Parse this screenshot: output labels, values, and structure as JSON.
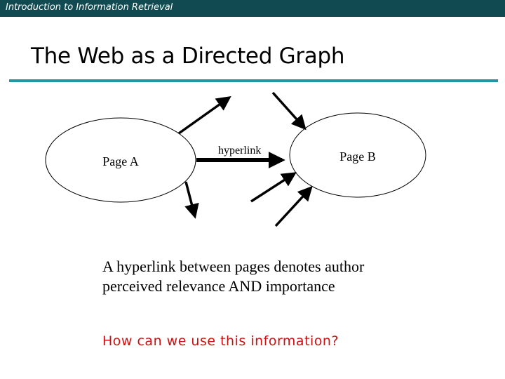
{
  "header": {
    "course_title": "Introduction to Information Retrieval",
    "bar_color": "#114b51"
  },
  "slide": {
    "title": "The Web as a Directed Graph",
    "rule_color": "#2196a7"
  },
  "diagram": {
    "nodes": [
      {
        "id": "page-a",
        "label": "Page A"
      },
      {
        "id": "page-b",
        "label": "Page B"
      }
    ],
    "edges": [
      {
        "from": "page-a",
        "to": "page-b",
        "label": "hyperlink",
        "emphasis": "bold"
      },
      {
        "from": "page-a",
        "to": "external",
        "direction": "out-up"
      },
      {
        "from": "page-a",
        "to": "external",
        "direction": "out-down"
      },
      {
        "from": "external",
        "to": "page-b",
        "direction": "in-top"
      },
      {
        "from": "external",
        "to": "page-b",
        "direction": "in-lower-left-1"
      },
      {
        "from": "external",
        "to": "page-b",
        "direction": "in-lower-left-2"
      }
    ]
  },
  "body": {
    "caption_line1": "A hyperlink between pages denotes author",
    "caption_line2": "perceived relevance AND importance",
    "question": "How can we use this information?",
    "question_color": "#cc1111"
  }
}
